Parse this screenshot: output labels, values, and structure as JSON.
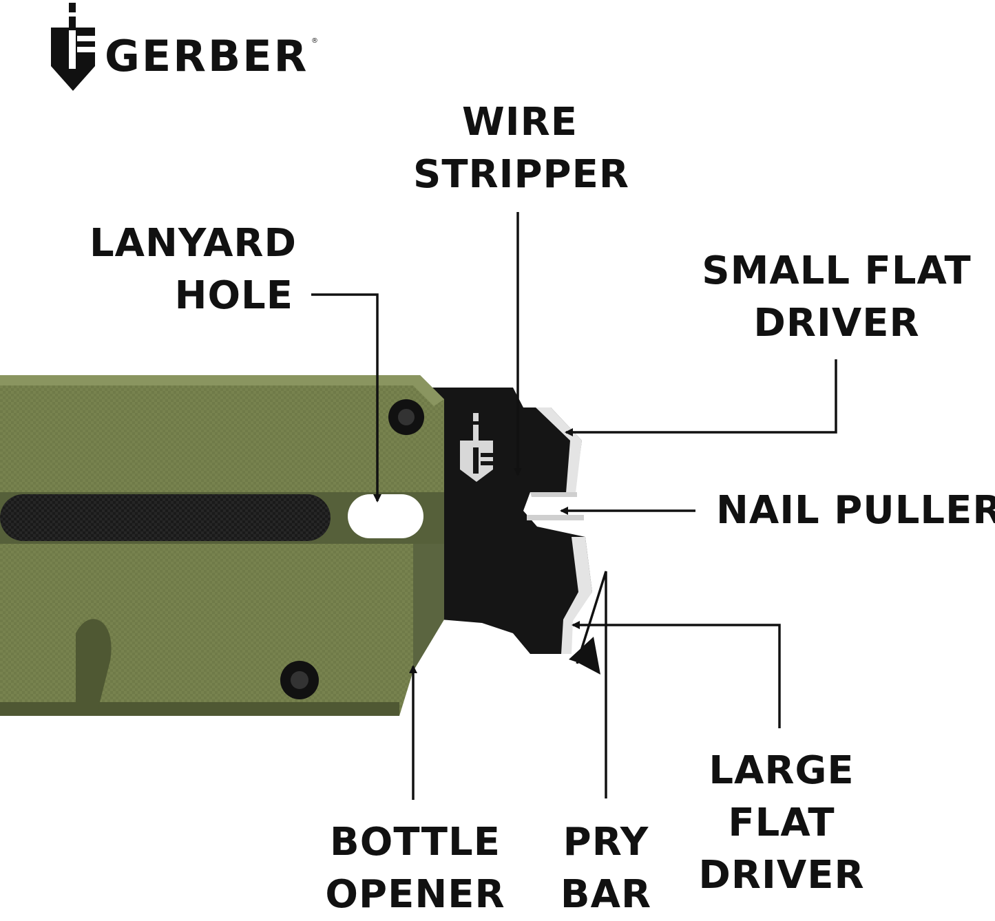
{
  "brand": {
    "name": "GERBER",
    "mark": "®"
  },
  "colors": {
    "handle": "#6f7a48",
    "handle_dark": "#4f5833",
    "handle_light": "#8a9560",
    "blade": "#151515",
    "edge": "#e4e4e4",
    "line": "#111111"
  },
  "labels": {
    "wire_stripper": [
      "WIRE",
      "STRIPPER"
    ],
    "lanyard_hole": [
      "LANYARD",
      "HOLE"
    ],
    "small_flat_driver": [
      "SMALL FLAT",
      "DRIVER"
    ],
    "nail_puller": [
      "NAIL PULLER"
    ],
    "bottle_opener": [
      "BOTTLE",
      "OPENER"
    ],
    "pry_bar": [
      "PRY",
      "BAR"
    ],
    "large_flat_driver": [
      "LARGE",
      "FLAT",
      "DRIVER"
    ]
  }
}
